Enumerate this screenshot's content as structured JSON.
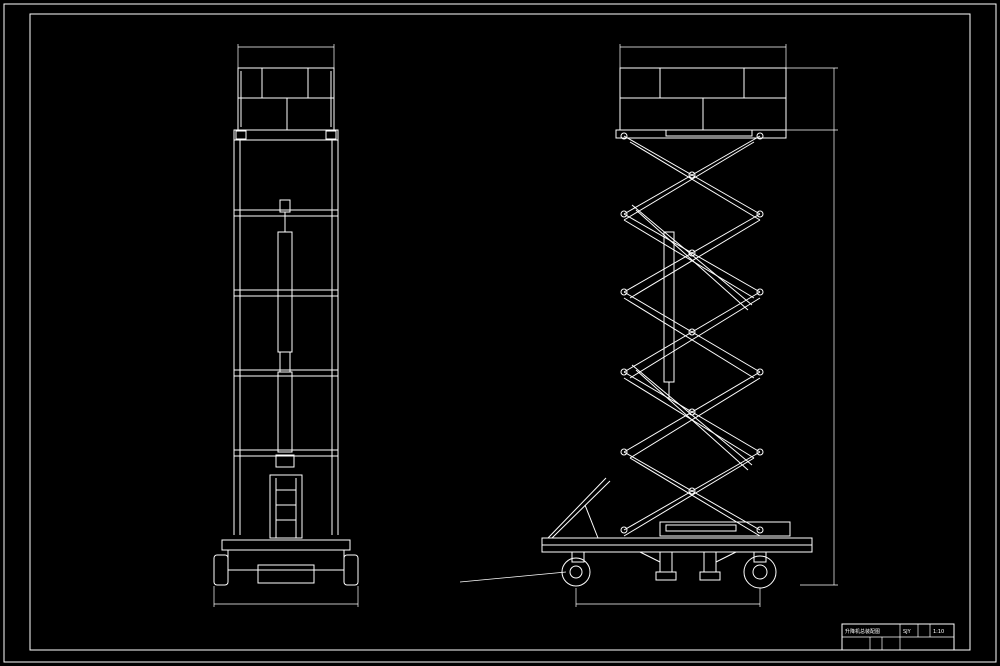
{
  "drawing": {
    "background": "#000000",
    "line_color": "#ffffff",
    "views": [
      {
        "id": "front-view"
      },
      {
        "id": "side-view"
      }
    ],
    "title_block": {
      "cells": [
        {
          "id": "name",
          "text": "升降机总装配图"
        },
        {
          "id": "no",
          "text": "SJY"
        },
        {
          "id": "scale",
          "text": "1:10"
        }
      ]
    }
  }
}
